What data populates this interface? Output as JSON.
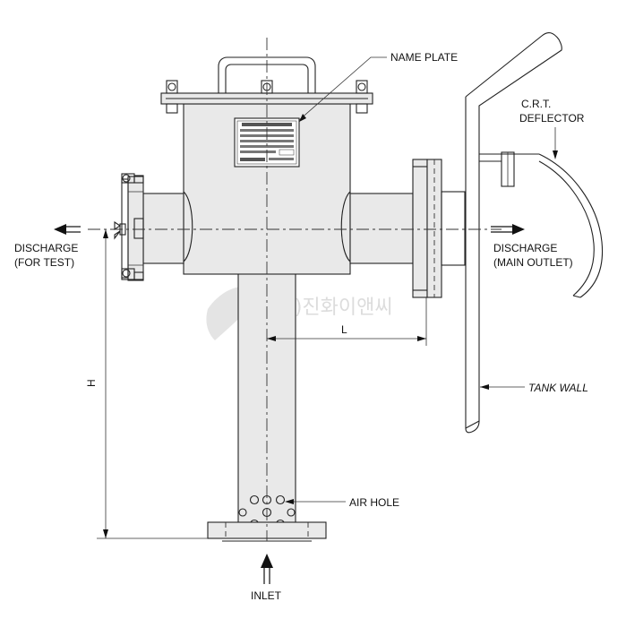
{
  "labels": {
    "name_plate": "NAME PLATE",
    "crt_line1": "C.R.T.",
    "crt_line2": "DEFLECTOR",
    "discharge_left_1": "DISCHARGE",
    "discharge_left_2": "(FOR TEST)",
    "discharge_right_1": "DISCHARGE",
    "discharge_right_2": "(MAIN OUTLET)",
    "dim_l": "L",
    "dim_h": "H",
    "tank_wall": "TANK WALL",
    "air_hole": "AIR HOLE",
    "inlet": "INLET"
  },
  "watermark": "(주)진화이앤씨",
  "colors": {
    "line": "#222222",
    "body_fill": "#e9e9e9",
    "watermark": "#dcdcdc",
    "background": "#ffffff"
  }
}
